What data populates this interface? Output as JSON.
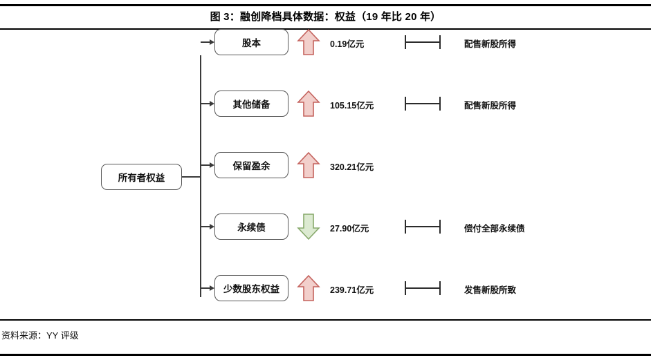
{
  "title": "图 3：融创降档具体数据：权益（19 年比 20 年）",
  "footer": "资料来源：YY 评级",
  "root": {
    "label": "所有者权益"
  },
  "colors": {
    "increase_fill": "#f2cfcb",
    "increase_stroke": "#c4625d",
    "decrease_fill": "#dcead1",
    "decrease_stroke": "#87a96b",
    "node_border": "#555555",
    "connector": "#3a3a3a",
    "bracket": "#2b2b2b",
    "rule": "#000000"
  },
  "chart_data": {
    "type": "diagram",
    "title": "图 3：融创降档具体数据：权益（19 年比 20 年）",
    "root": "所有者权益",
    "unit": "亿元",
    "items": [
      {
        "label": "股本",
        "direction": "up",
        "direction_icon": "arrow-up-icon",
        "value": 0.19,
        "value_text": "0.19亿元",
        "has_bracket": true,
        "note": "配售新股所得"
      },
      {
        "label": "其他储备",
        "direction": "up",
        "direction_icon": "arrow-up-icon",
        "value": 105.15,
        "value_text": "105.15亿元",
        "has_bracket": true,
        "note": "配售新股所得"
      },
      {
        "label": "保留盈余",
        "direction": "up",
        "direction_icon": "arrow-up-icon",
        "value": 320.21,
        "value_text": "320.21亿元",
        "has_bracket": false,
        "note": ""
      },
      {
        "label": "永续债",
        "direction": "down",
        "direction_icon": "arrow-down-icon",
        "value": 27.9,
        "value_text": "27.90亿元",
        "has_bracket": true,
        "note": "偿付全部永续债"
      },
      {
        "label": "少数股东权益",
        "direction": "up",
        "direction_icon": "arrow-up-icon",
        "value": 239.71,
        "value_text": "239.71亿元",
        "has_bracket": true,
        "note": "发售新股所致"
      }
    ]
  }
}
